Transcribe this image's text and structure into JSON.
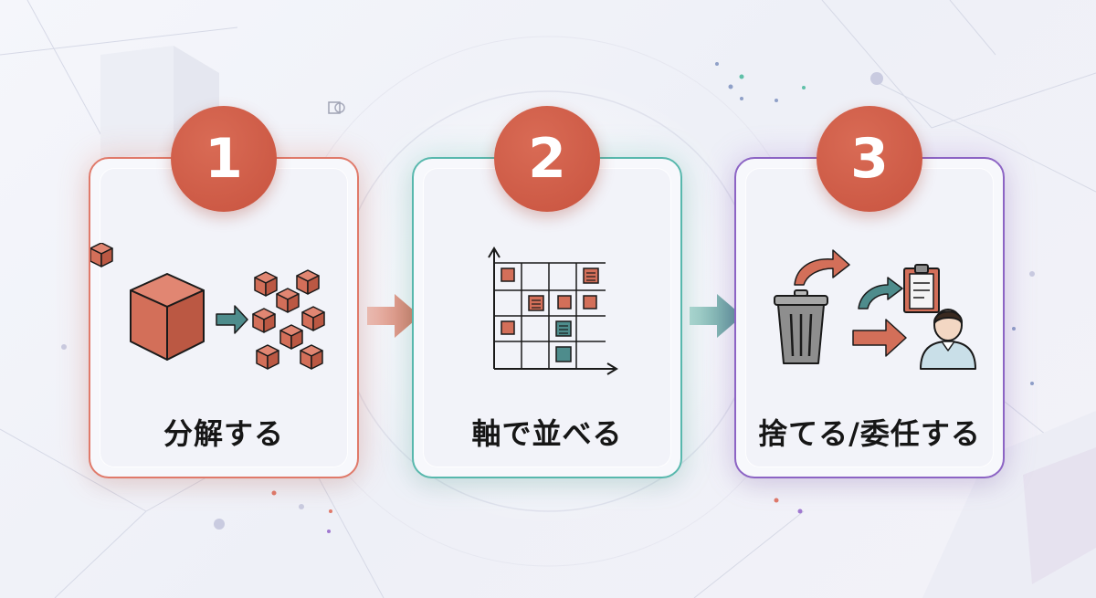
{
  "steps": [
    {
      "number": "1",
      "label": "分解する",
      "icon": "cube-decompose-icon"
    },
    {
      "number": "2",
      "label": "軸で並べる",
      "icon": "matrix-grid-icon"
    },
    {
      "number": "3",
      "label": "捨てる/委任する",
      "icon": "trash-delegate-icon"
    }
  ],
  "colors": {
    "badge": "#c8533f",
    "step1_border": "#e07a6a",
    "step2_border": "#58b8ad",
    "step3_border": "#8c64c4",
    "cube": "#d36f59",
    "teal": "#4e8c8c"
  }
}
